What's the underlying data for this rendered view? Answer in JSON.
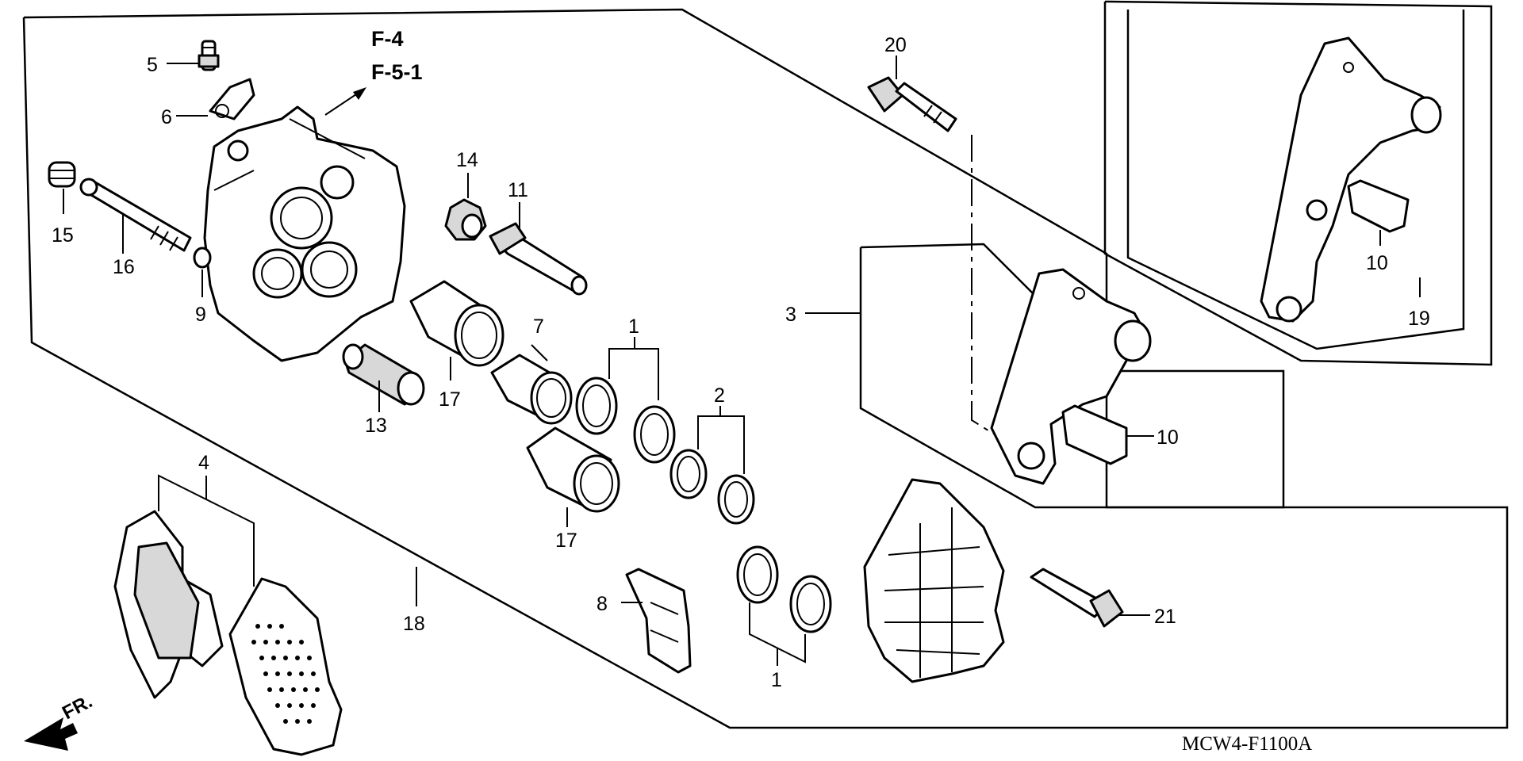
{
  "references": [
    "F-4",
    "F-5-1"
  ],
  "diagram_code": "MCW4-F1100A",
  "direction_label": "FR.",
  "callouts": {
    "c1a": "1",
    "c1b": "1",
    "c2": "2",
    "c3": "3",
    "c4": "4",
    "c5": "5",
    "c6": "6",
    "c7": "7",
    "c8": "8",
    "c9": "9",
    "c10a": "10",
    "c10b": "10",
    "c11": "11",
    "c13": "13",
    "c14": "14",
    "c15": "15",
    "c16": "16",
    "c17a": "17",
    "c17b": "17",
    "c18": "18",
    "c19": "19",
    "c20": "20",
    "c21": "21"
  }
}
